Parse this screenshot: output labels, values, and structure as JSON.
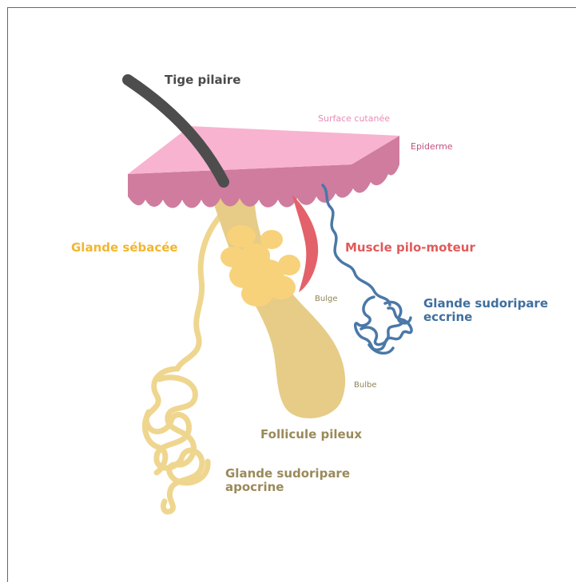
{
  "labels": {
    "tige": "Tige pilaire",
    "surface": "Surface cutanée",
    "epiderme": "Epiderme",
    "sebacee": "Glande sébacée",
    "muscle": "Muscle pilo-moteur",
    "bulge": "Bulge",
    "eccrine": "Glande sudoripare eccrine",
    "bulbe": "Bulbe",
    "follicule": "Follicule pileux",
    "apocrine": "Glande sudoripare apocrine"
  },
  "colors": {
    "frame": "#9c4a6f",
    "skin_top": "#f7b3cf",
    "skin_side": "#cf7c9f",
    "hair": "#4d4d4d",
    "follicle": "#e6cc87",
    "sebaceous": "#f7d27b",
    "muscle": "#e3616a",
    "eccrine": "#4a78a8",
    "apocrine": "#efd68f"
  }
}
